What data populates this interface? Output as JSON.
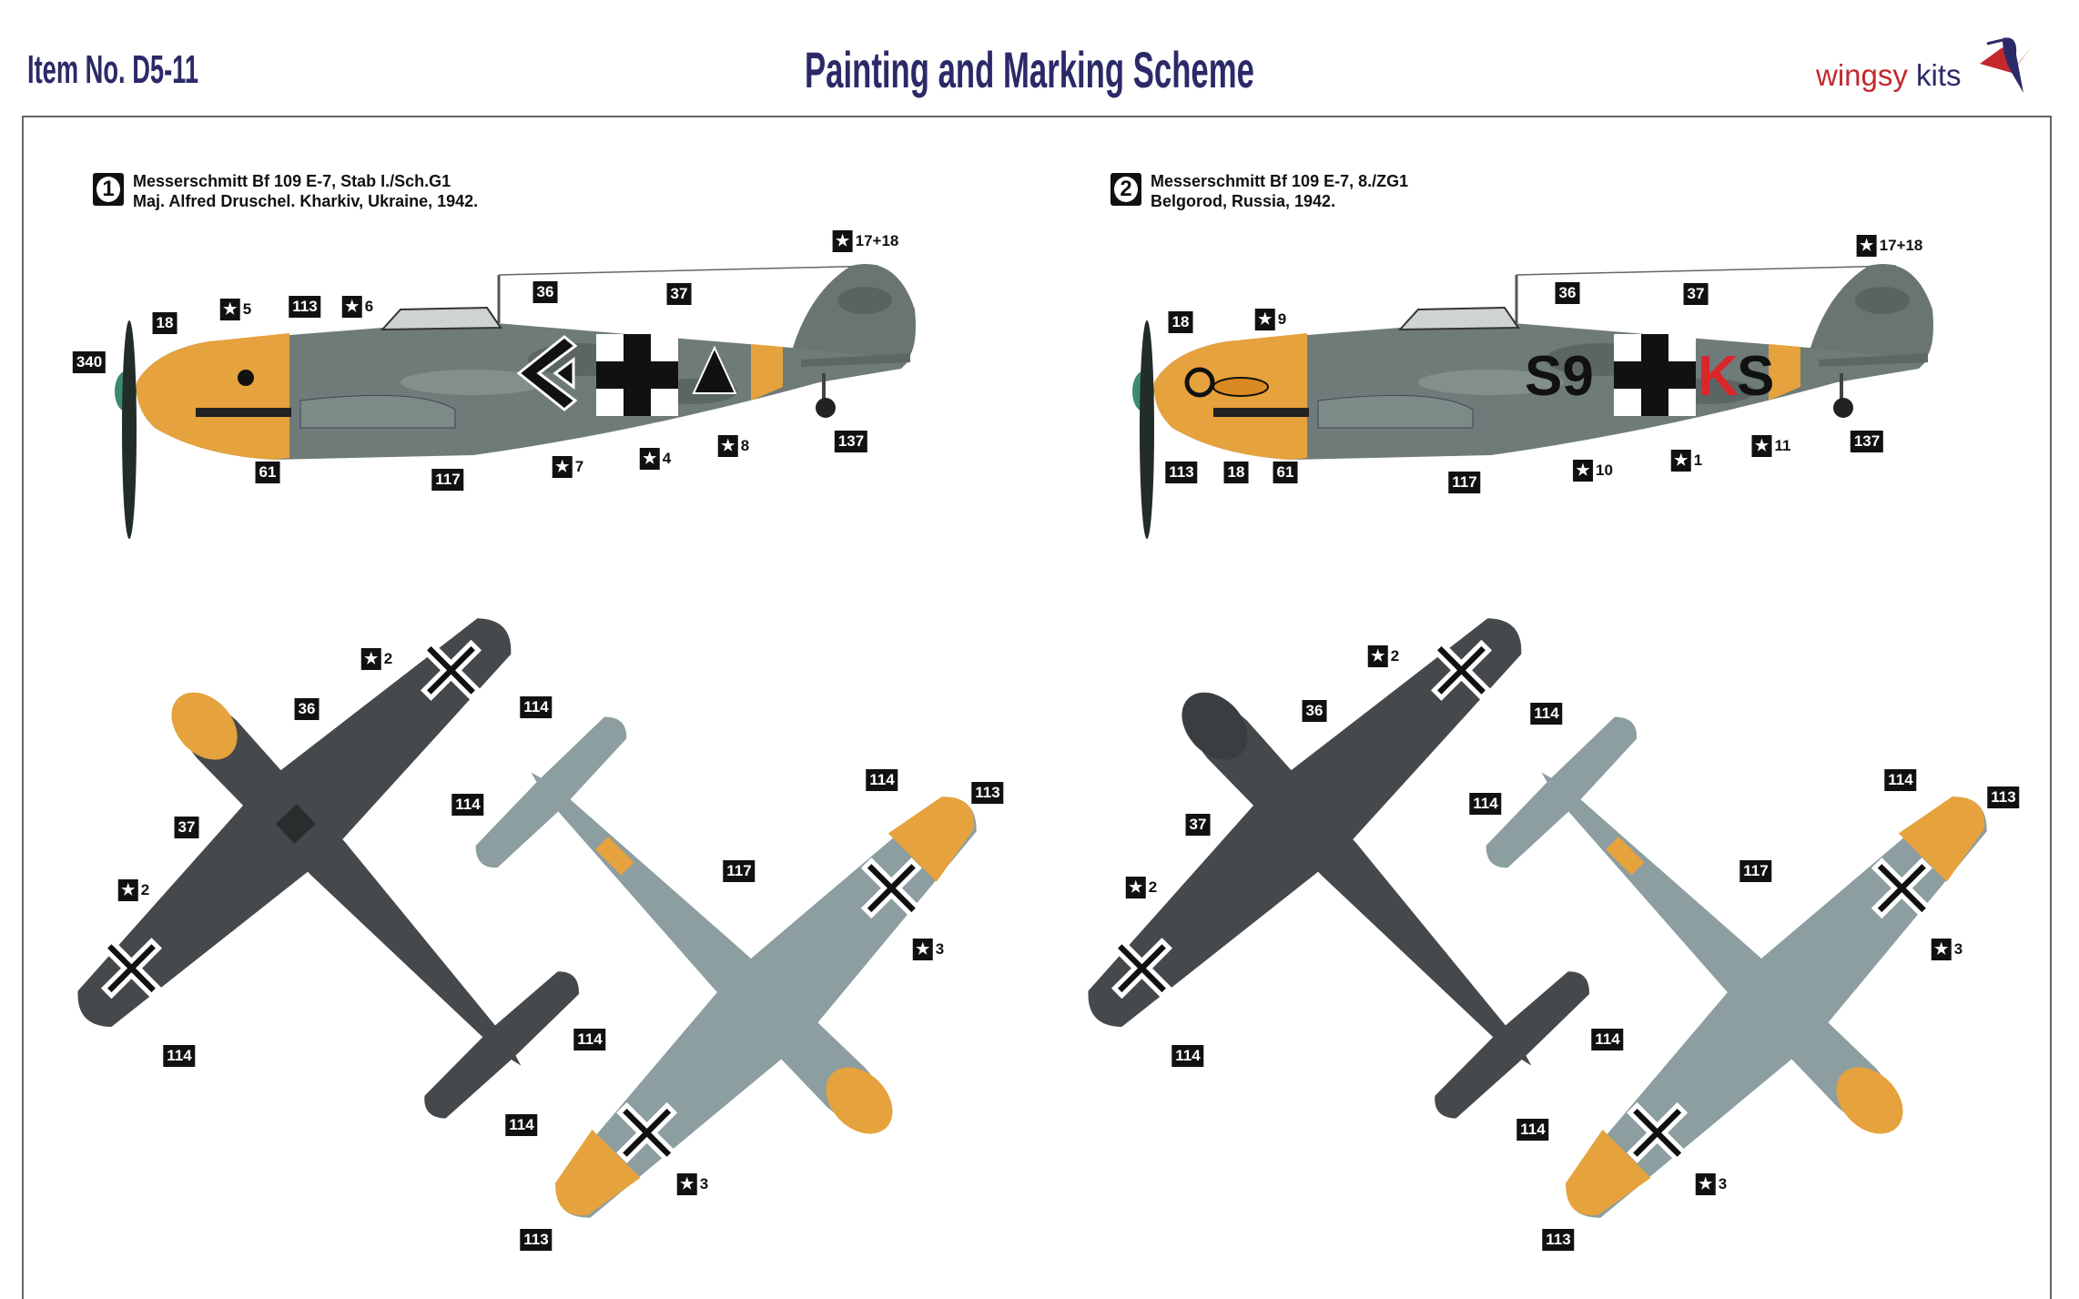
{
  "header": {
    "item_no": "Item No. D5-11",
    "title": "Painting and Marking Scheme",
    "logo": {
      "brand_a": "wingsy",
      "brand_b": " kits"
    }
  },
  "colors": {
    "navy": "#2b2a68",
    "logo_red": "#c3282d",
    "rlm79_sand": "#e6a23c",
    "upper_grey": "#55605f",
    "under_blue": "#8c9ea0",
    "dark_grey": "#45494c"
  },
  "schemes": [
    {
      "number": "1",
      "line1": "Messerschmitt Bf 109 E-7, Stab I./Sch.G1",
      "line2": "Maj. Alfred Druschel. Kharkiv, Ukraine, 1942."
    },
    {
      "number": "2",
      "line1": "Messerschmitt Bf 109 E-7, 8./ZG1",
      "line2": "Belgorod, Russia, 1942.",
      "fuselage_code_left": "S9",
      "fuselage_code_right_k": "K",
      "fuselage_code_right_s": "S"
    }
  ],
  "callouts": [
    {
      "label": "17+18",
      "star": true
    },
    {
      "label": "18",
      "star": false
    },
    {
      "label": "340",
      "star": false
    },
    {
      "label": "5",
      "star": true
    },
    {
      "label": "113",
      "star": false
    },
    {
      "label": "6",
      "star": true
    },
    {
      "label": "36",
      "star": false
    },
    {
      "label": "37",
      "star": false
    },
    {
      "label": "61",
      "star": false
    },
    {
      "label": "117",
      "star": false
    },
    {
      "label": "7",
      "star": true
    },
    {
      "label": "4",
      "star": true
    },
    {
      "label": "8",
      "star": true
    },
    {
      "label": "137",
      "star": false
    },
    {
      "label": "17+18",
      "star": true
    },
    {
      "label": "18",
      "star": false
    },
    {
      "label": "9",
      "star": true
    },
    {
      "label": "36",
      "star": false
    },
    {
      "label": "37",
      "star": false
    },
    {
      "label": "113",
      "star": false
    },
    {
      "label": "18",
      "star": false
    },
    {
      "label": "61",
      "star": false
    },
    {
      "label": "117",
      "star": false
    },
    {
      "label": "10",
      "star": true
    },
    {
      "label": "1",
      "star": true
    },
    {
      "label": "11",
      "star": true
    },
    {
      "label": "137",
      "star": false
    },
    {
      "label": "2",
      "star": true
    },
    {
      "label": "36",
      "star": false
    },
    {
      "label": "37",
      "star": false
    },
    {
      "label": "2",
      "star": true
    },
    {
      "label": "114",
      "star": false
    },
    {
      "label": "114",
      "star": false
    },
    {
      "label": "114",
      "star": false
    },
    {
      "label": "117",
      "star": false
    },
    {
      "label": "114",
      "star": false
    },
    {
      "label": "113",
      "star": false
    },
    {
      "label": "3",
      "star": true
    },
    {
      "label": "114",
      "star": false
    },
    {
      "label": "114",
      "star": false
    },
    {
      "label": "3",
      "star": true
    },
    {
      "label": "113",
      "star": false
    },
    {
      "label": "2",
      "star": true
    },
    {
      "label": "36",
      "star": false
    },
    {
      "label": "37",
      "star": false
    },
    {
      "label": "2",
      "star": true
    },
    {
      "label": "114",
      "star": false
    },
    {
      "label": "114",
      "star": false
    },
    {
      "label": "114",
      "star": false
    },
    {
      "label": "117",
      "star": false
    },
    {
      "label": "114",
      "star": false
    },
    {
      "label": "113",
      "star": false
    },
    {
      "label": "3",
      "star": true
    },
    {
      "label": "114",
      "star": false
    },
    {
      "label": "114",
      "star": false
    },
    {
      "label": "3",
      "star": true
    },
    {
      "label": "113",
      "star": false
    }
  ]
}
